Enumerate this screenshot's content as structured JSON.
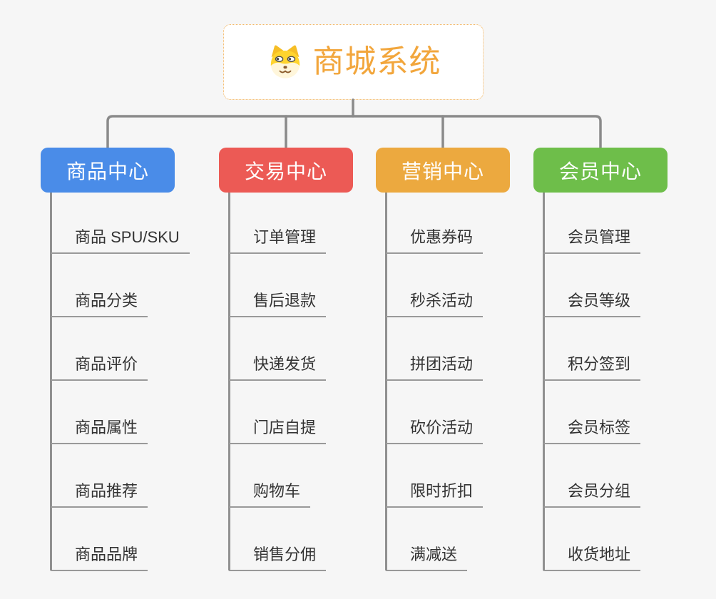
{
  "page": {
    "background": "#f6f6f6"
  },
  "root": {
    "title": "商城系统",
    "title_color": "#f2a63c",
    "border_color": "#f2b45e",
    "icon": "dog-face-icon"
  },
  "connectors": {
    "color": "#8a8a8a",
    "leaf_line_color": "#999999"
  },
  "branches": [
    {
      "label": "商品中心",
      "color": "#4a8ce8",
      "items": [
        "商品 SPU/SKU",
        "商品分类",
        "商品评价",
        "商品属性",
        "商品推荐",
        "商品品牌"
      ]
    },
    {
      "label": "交易中心",
      "color": "#ec5a55",
      "items": [
        "订单管理",
        "售后退款",
        "快递发货",
        "门店自提",
        "购物车",
        "销售分佣"
      ]
    },
    {
      "label": "营销中心",
      "color": "#eca93f",
      "items": [
        "优惠券码",
        "秒杀活动",
        "拼团活动",
        "砍价活动",
        "限时折扣",
        "满减送"
      ]
    },
    {
      "label": "会员中心",
      "color": "#6ebe4a",
      "items": [
        "会员管理",
        "会员等级",
        "积分签到",
        "会员标签",
        "会员分组",
        "收货地址"
      ]
    }
  ]
}
